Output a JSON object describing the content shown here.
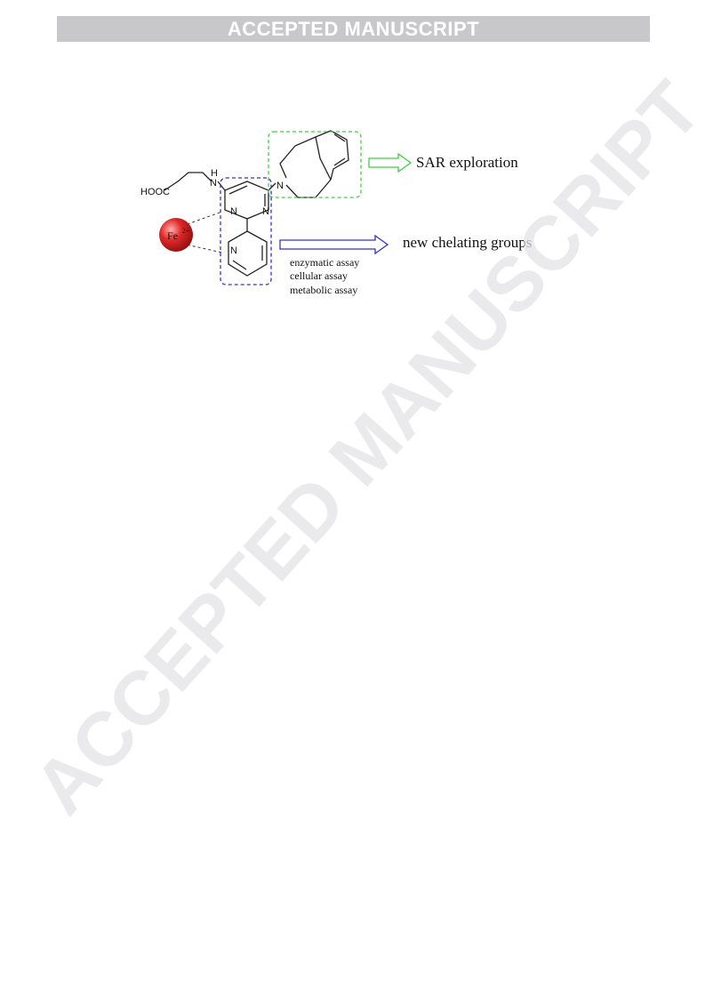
{
  "banner": {
    "text": "ACCEPTED MANUSCRIPT"
  },
  "watermark": {
    "text": "ACCEPTED MANUSCRIPT",
    "color": "#e3e3e6"
  },
  "figure": {
    "labels": {
      "hooc": "HOOC",
      "amine_n": "N",
      "amine_h": "H",
      "pyrimidine_n1": "N",
      "pyrimidine_n2": "N",
      "pyridine_n": "N",
      "azepine_n": "N",
      "fe": "Fe",
      "fe_charge": "2+"
    },
    "sar_label": "SAR exploration",
    "chelating_label": "new chelating groups",
    "assays": [
      "enzymatic assay",
      "cellular assay",
      "metabolic assay"
    ],
    "colors": {
      "green_box": "#44cc44",
      "blue_box": "#3333cc",
      "fe_sphere": "#d42020",
      "bond": "#222222"
    }
  }
}
